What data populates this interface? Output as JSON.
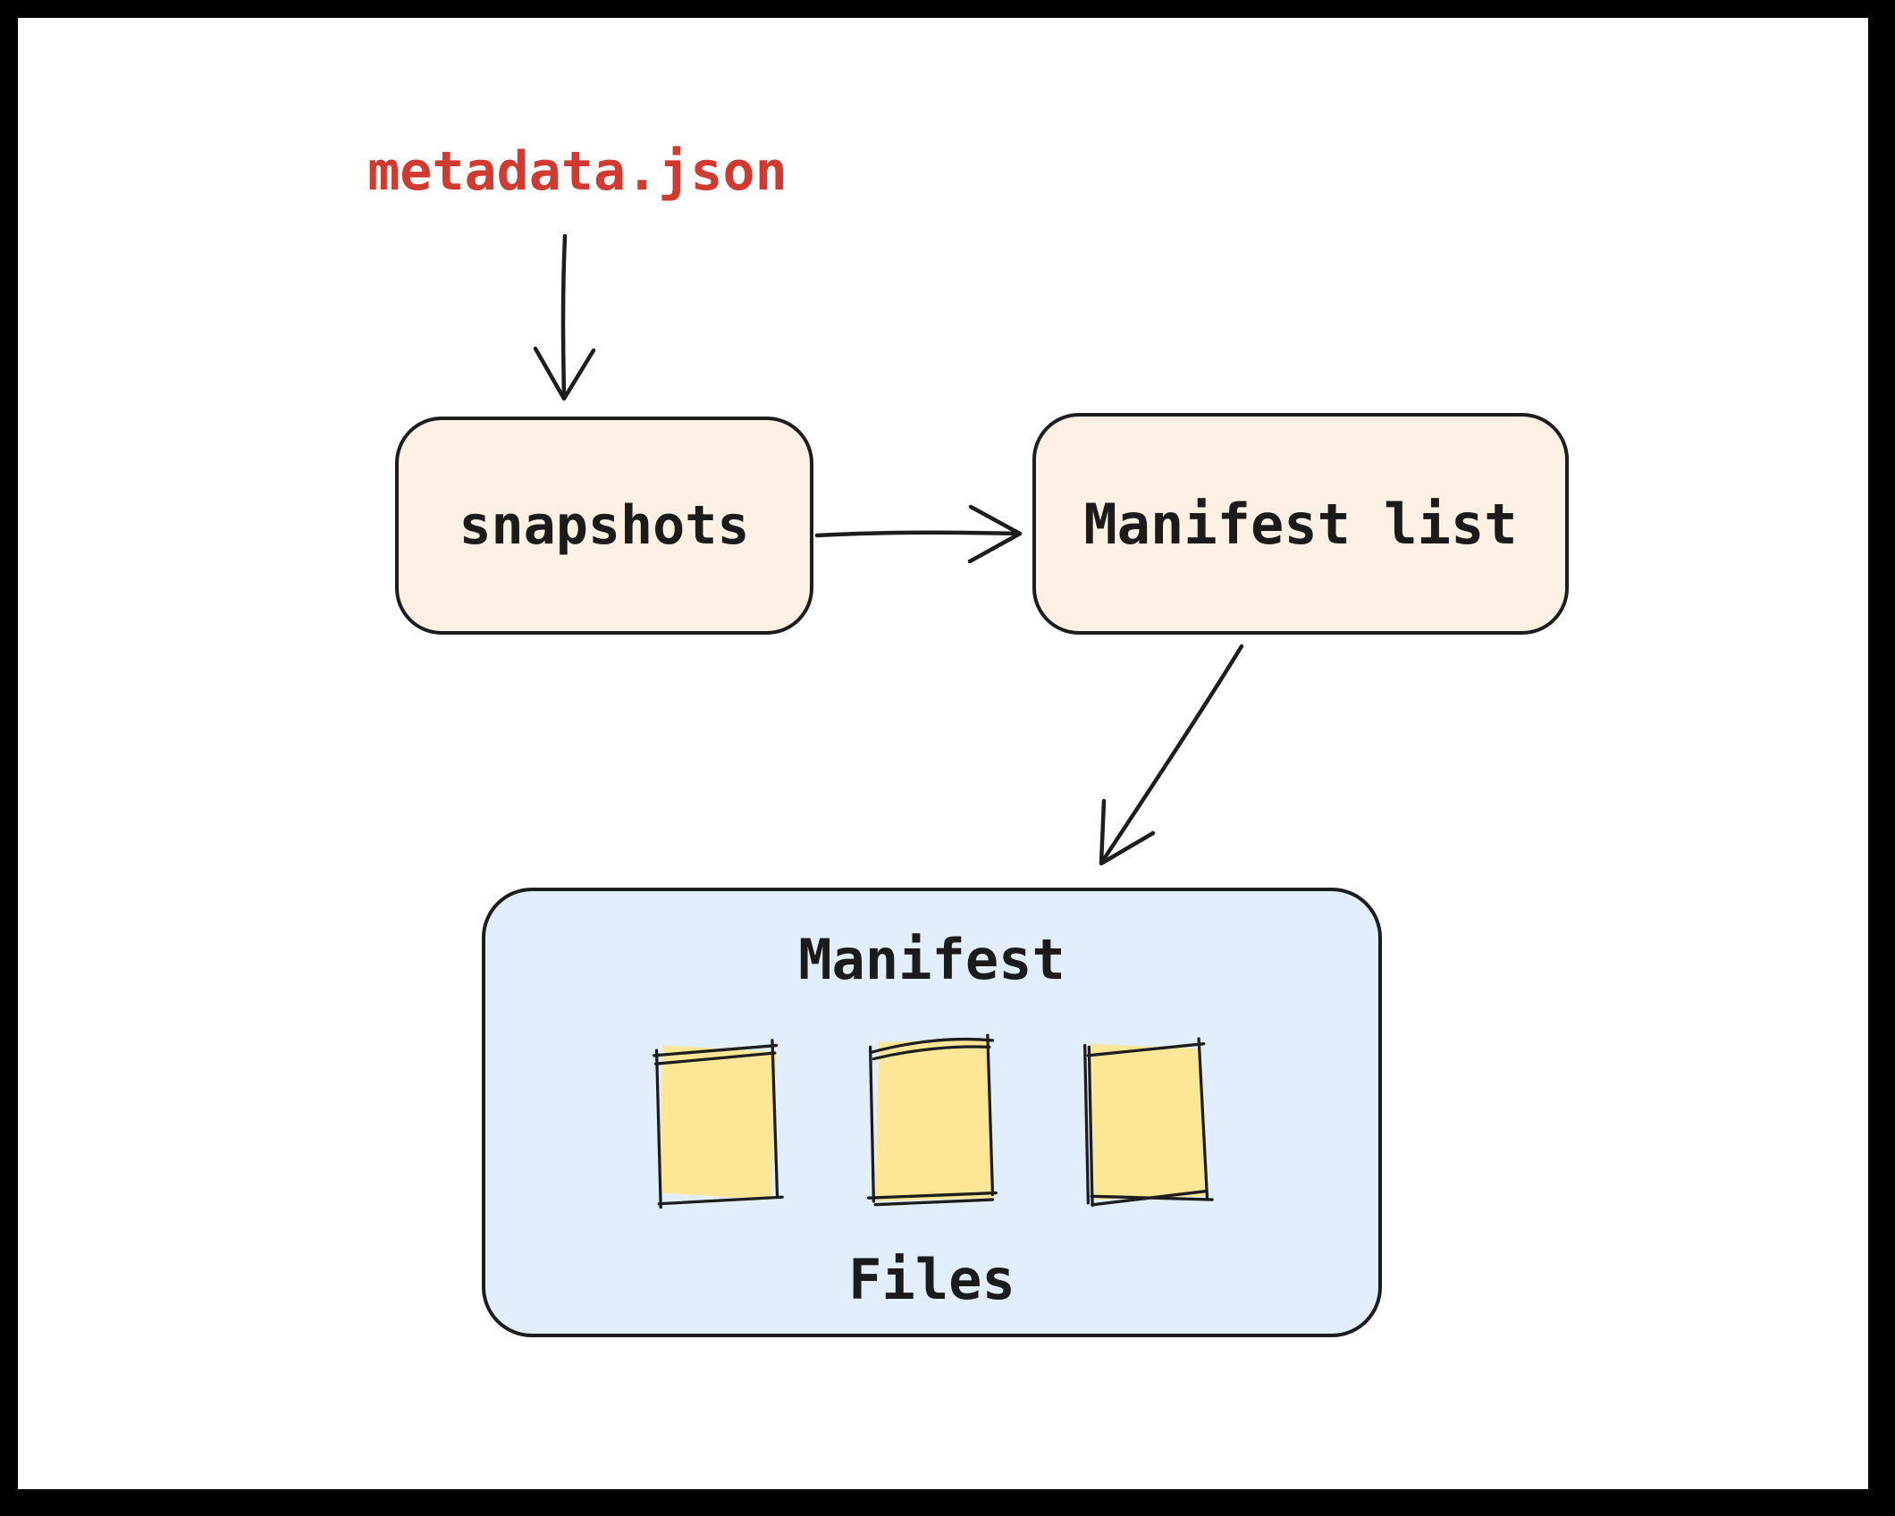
{
  "diagram": {
    "metadata_label": "metadata.json",
    "nodes": {
      "snapshots": {
        "label": "snapshots"
      },
      "manifest_list": {
        "label": "Manifest list"
      },
      "manifest_files": {
        "label_top": "Manifest",
        "label_bottom": "Files",
        "file_count": 3
      }
    },
    "edges": [
      {
        "from": "metadata.json",
        "to": "snapshots",
        "direction": "down"
      },
      {
        "from": "snapshots",
        "to": "Manifest list",
        "direction": "right"
      },
      {
        "from": "Manifest list",
        "to": "Manifest Files",
        "direction": "down-left"
      }
    ],
    "colors": {
      "frame": "#000000",
      "canvas_bg": "#ffffff",
      "node_fill_cream": "#fcf1e4",
      "node_fill_blue": "#e2eefb",
      "file_fill_yellow": "#fde695",
      "stroke": "#1d1d1d",
      "text": "#1b1b1b",
      "accent_red": "#d03a31"
    }
  }
}
